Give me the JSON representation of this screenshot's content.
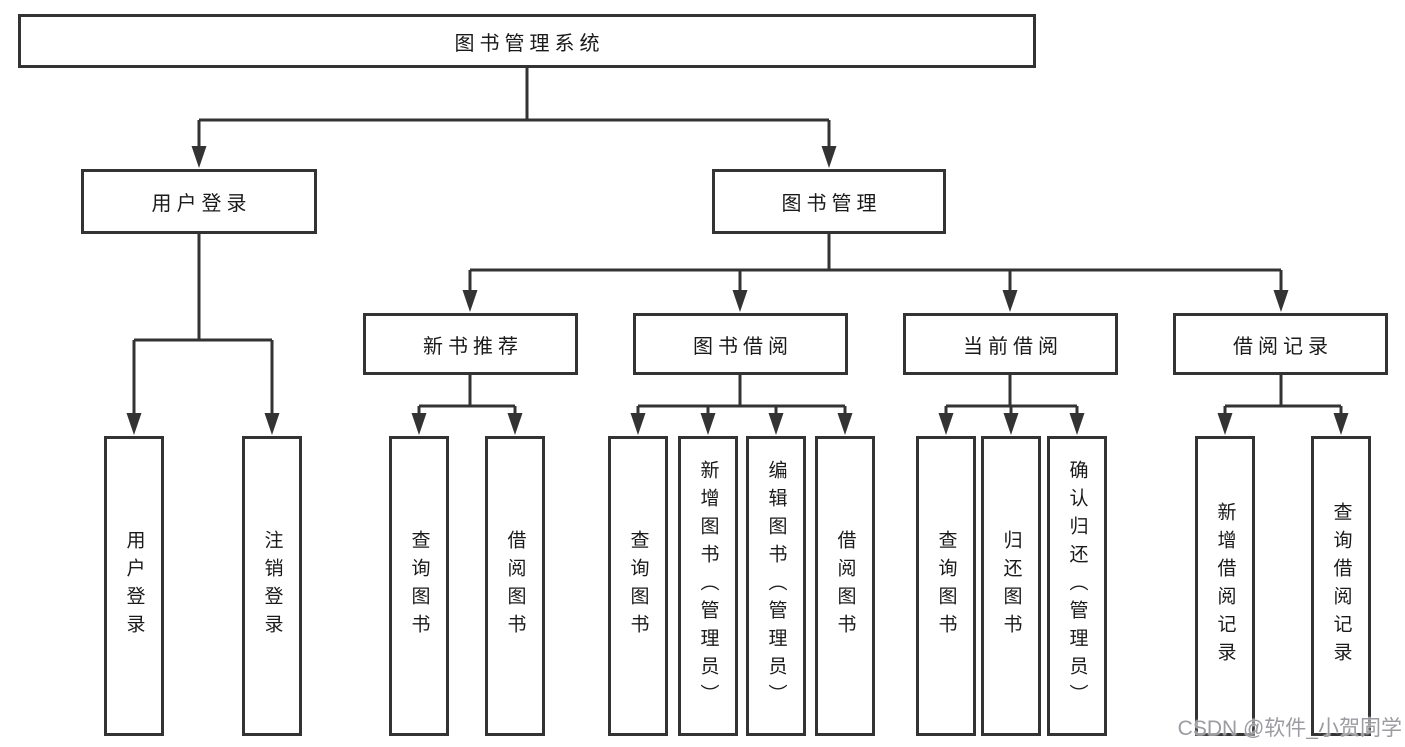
{
  "diagram": {
    "type": "tree",
    "title": "图书管理系统",
    "root": {
      "label": "图书管理系统",
      "children": [
        {
          "label": "用户登录",
          "children": [
            "用户登录",
            "注销登录"
          ]
        },
        {
          "label": "图书管理",
          "children": [
            {
              "label": "新书推荐",
              "children": [
                "查询图书",
                "借阅图书"
              ]
            },
            {
              "label": "图书借阅",
              "children": [
                "查询图书",
                "新增图书（管理员）",
                "编辑图书（管理员）",
                "借阅图书"
              ]
            },
            {
              "label": "当前借阅",
              "children": [
                "查询图书",
                "归还图书",
                "确认归还（管理员）"
              ]
            },
            {
              "label": "借阅记录",
              "children": [
                "新增借阅记录",
                "查询借阅记录"
              ]
            }
          ]
        }
      ]
    },
    "watermark": "CSDN @软件_小贺同学",
    "colors": {
      "line": "#333333",
      "text": "#1a1a1a",
      "background": "#ffffff",
      "watermark": "#96969c"
    }
  }
}
